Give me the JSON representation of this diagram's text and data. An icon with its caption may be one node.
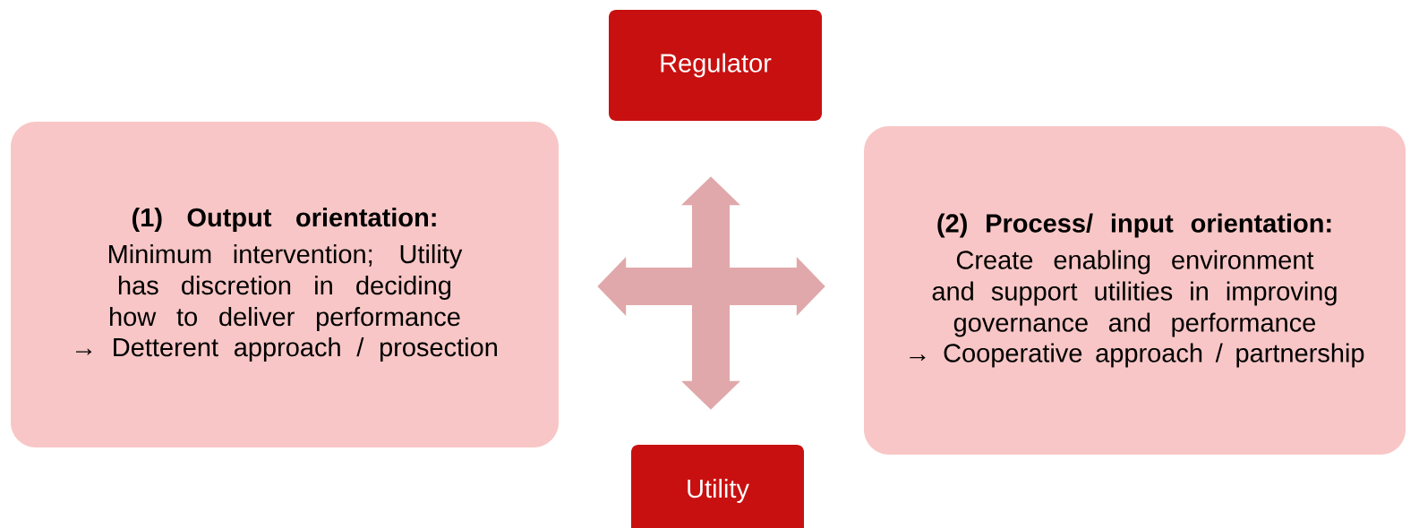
{
  "diagram": {
    "nodes": [
      {
        "text": [
          "Regulator"
        ]
      },
      {
        "text": [
          "(1) Output orientation:",
          "Minimum intervention; Utility has discretion in deciding how to deliver performance",
          "→ Detterent approach / prosection"
        ]
      },
      {
        "text": [
          "(2) Process/ input orientation:",
          "Create enabling environment and support utilities in improving governance and performance",
          "→ Cooperative approach / partnership"
        ]
      },
      {
        "text": [
          "Utility"
        ]
      }
    ],
    "edges": [
      {
        "from": 0,
        "to": 3,
        "arrow": "both"
      },
      {
        "from": 1,
        "to": 2,
        "arrow": "both"
      }
    ]
  }
}
